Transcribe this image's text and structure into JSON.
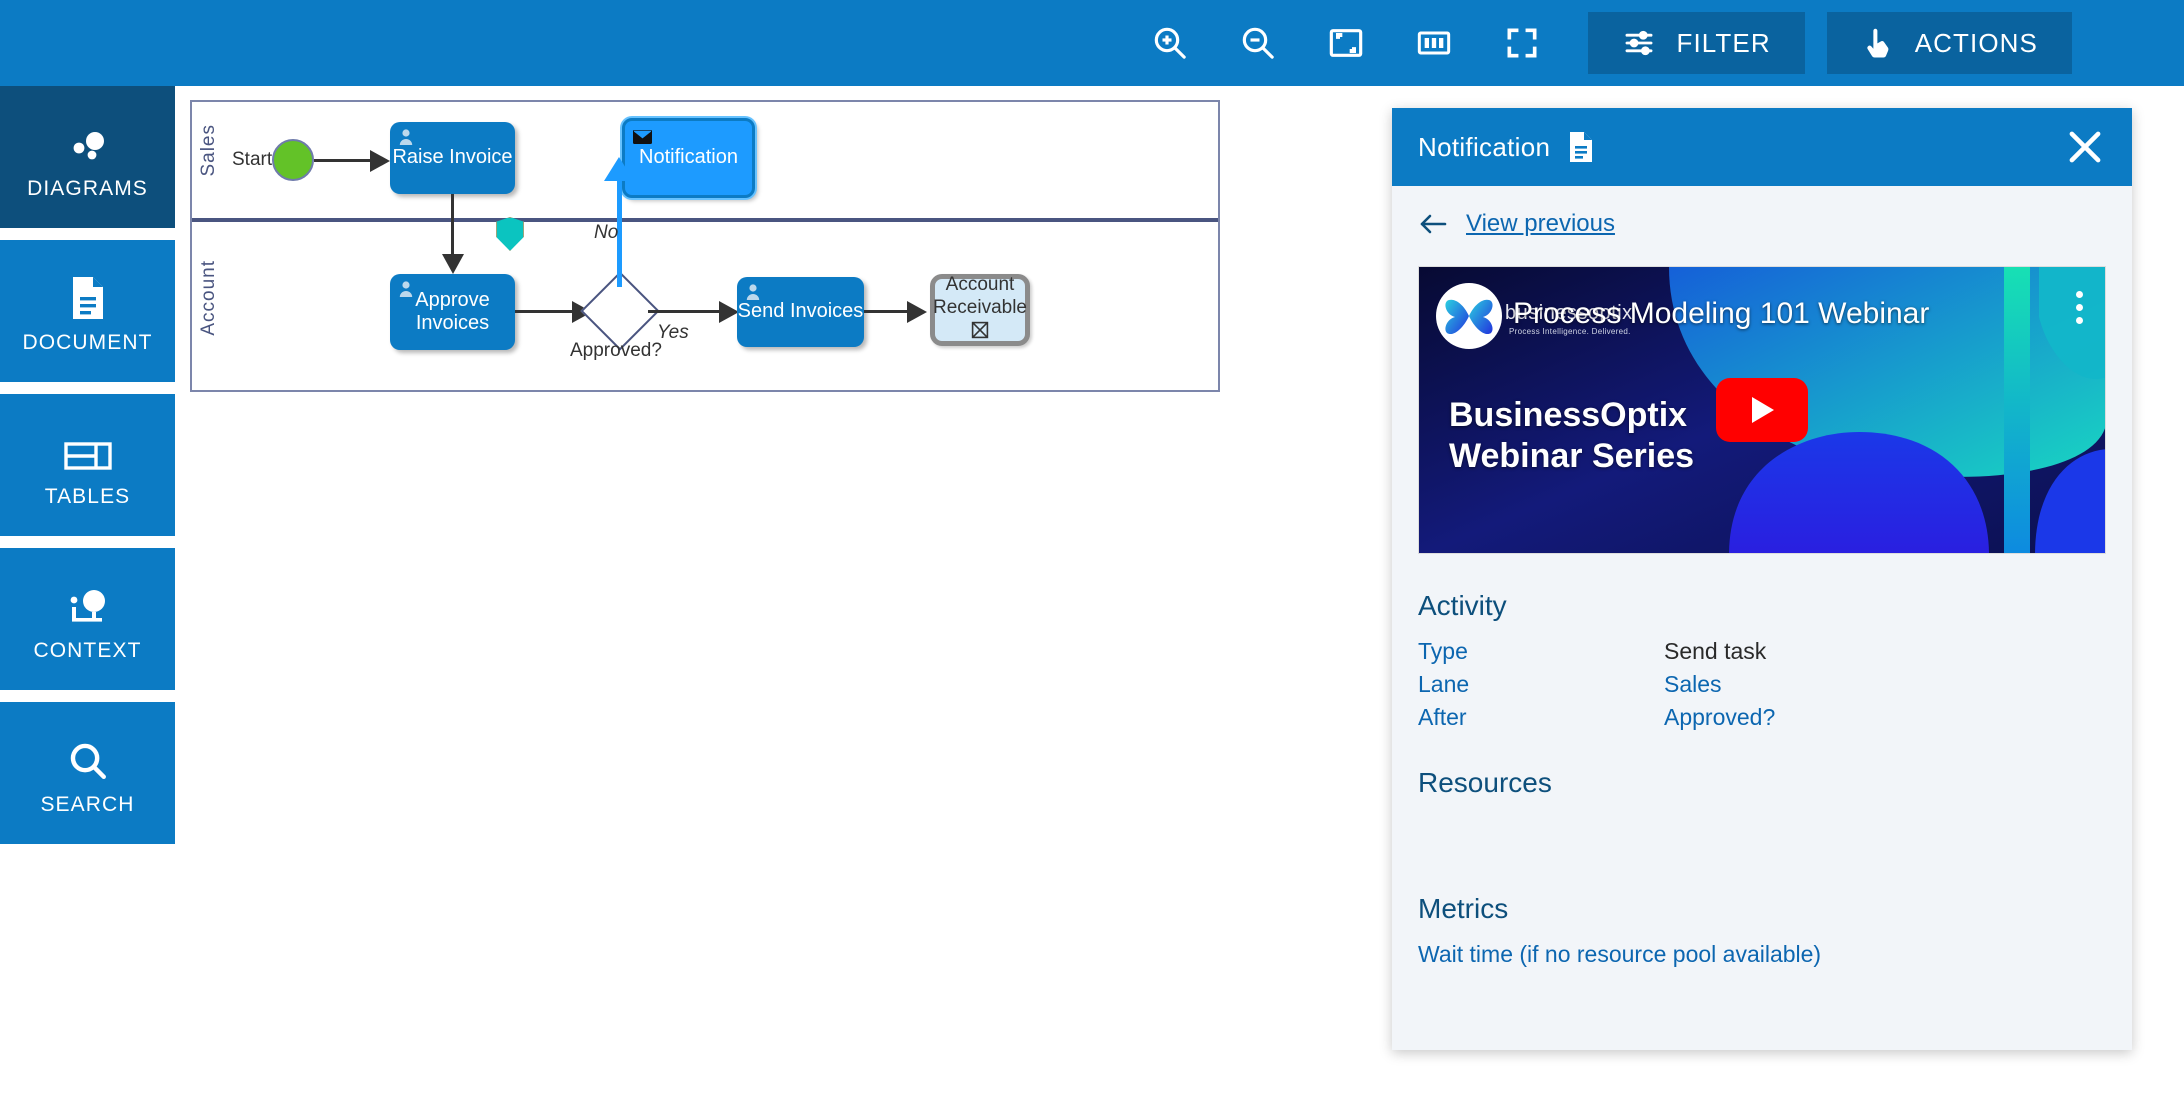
{
  "toolbar": {
    "icons": [
      {
        "name": "zoom-in-icon",
        "label": "Zoom in"
      },
      {
        "name": "zoom-out-icon",
        "label": "Zoom out"
      },
      {
        "name": "fit-to-page-icon",
        "label": "Fit to page"
      },
      {
        "name": "zoom-100-icon",
        "label": "100"
      },
      {
        "name": "fullscreen-icon",
        "label": "Full screen"
      }
    ],
    "filter_label": "FILTER",
    "actions_label": "ACTIONS",
    "bg_color": "#0c7bc4",
    "button_color": "#0a639f"
  },
  "sidebar": {
    "items": [
      {
        "label": "DIAGRAMS",
        "icon": "diagrams-icon",
        "active": true
      },
      {
        "label": "DOCUMENT",
        "icon": "document-icon",
        "active": false
      },
      {
        "label": "TABLES",
        "icon": "tables-icon",
        "active": false
      },
      {
        "label": "CONTEXT",
        "icon": "context-icon",
        "active": false
      },
      {
        "label": "SEARCH",
        "icon": "search-icon",
        "active": false
      }
    ],
    "active_color": "#0d4f7c",
    "inactive_color": "#0c7bc4"
  },
  "diagram": {
    "lanes": [
      {
        "name": "Sales"
      },
      {
        "name": "Account"
      }
    ],
    "nodes": [
      {
        "id": "start",
        "label": "Start",
        "type": "start-event"
      },
      {
        "id": "raise-invoice",
        "label": "Raise Invoice",
        "type": "user-task"
      },
      {
        "id": "notification",
        "label": "Notification",
        "type": "send-task",
        "selected": true
      },
      {
        "id": "approve-invoices",
        "label": "Approve Invoices",
        "type": "user-task"
      },
      {
        "id": "approved-gateway",
        "label": "Approved?",
        "type": "gateway"
      },
      {
        "id": "send-invoices",
        "label": "Send Invoices",
        "type": "user-task"
      },
      {
        "id": "account-receivable",
        "label": "Account Receivable",
        "type": "end-event"
      }
    ],
    "flow_labels": [
      {
        "id": "no",
        "label": "No"
      },
      {
        "id": "yes",
        "label": "Yes"
      }
    ],
    "highlight_color": "#1d9bff",
    "task_color": "#0c7bc4",
    "start_color": "#63c228",
    "shield_color": "#0bc4c0"
  },
  "panel": {
    "title": "Notification",
    "doc_icon": "document-icon",
    "close_icon": "close-icon",
    "back_icon": "arrow-left-icon",
    "back_label": "View previous",
    "video": {
      "title": "Process Modeling 101 Webinar",
      "series_line1": "BusinessOptix",
      "series_line2": "Webinar Series",
      "brand_name": "businessoptix",
      "brand_tagline": "Process Intelligence. Delivered.",
      "play_icon": "youtube-play-icon",
      "menu_icon": "kebab-menu-icon"
    },
    "sections": [
      {
        "title": "Activity",
        "rows": [
          {
            "key": "Type",
            "value": "Send task",
            "is_link": false
          },
          {
            "key": "Lane",
            "value": "Sales",
            "is_link": true
          },
          {
            "key": "After",
            "value": "Approved?",
            "is_link": true
          }
        ]
      },
      {
        "title": "Resources",
        "rows": []
      },
      {
        "title": "Metrics",
        "metric": "Wait time (if no resource pool available)"
      }
    ]
  }
}
